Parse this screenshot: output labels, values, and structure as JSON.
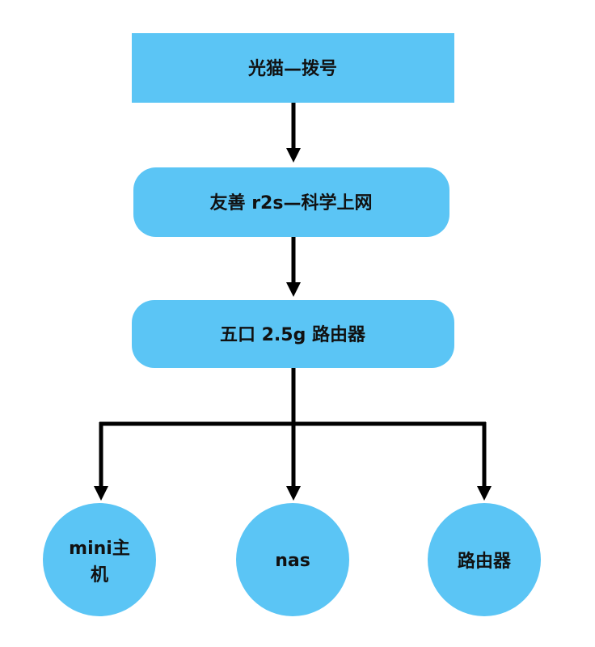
{
  "diagram": {
    "nodes": {
      "modem": "光猫—拨号",
      "r2s": "友善 r2s—科学上网",
      "router5": "五口 2.5g 路由器",
      "mini_line1": "mini主",
      "mini_line2": "机",
      "nas": "nas",
      "router": "路由器"
    },
    "colors": {
      "node_fill": "#5bc5f5",
      "edge": "#000000",
      "text": "#111111"
    }
  }
}
